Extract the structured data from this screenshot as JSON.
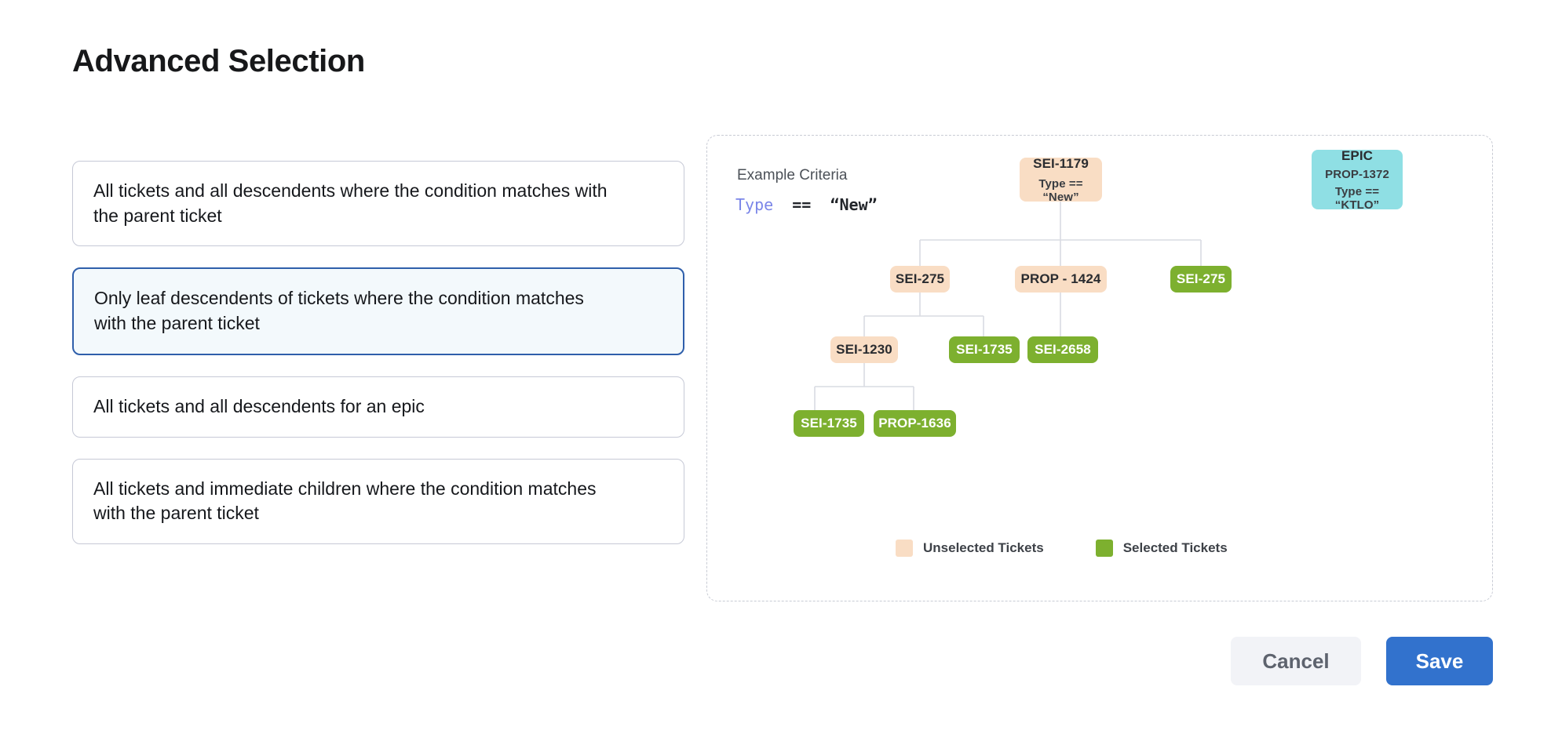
{
  "page": {
    "title": "Advanced Selection"
  },
  "options": [
    {
      "label": "All tickets and all descendents where the condition matches with the parent ticket",
      "selected": false
    },
    {
      "label": "Only leaf descendents of tickets where the condition matches with the parent ticket",
      "selected": true
    },
    {
      "label": "All tickets and all descendents for an epic",
      "selected": false
    },
    {
      "label": "All tickets and immediate children where the condition matches with the parent ticket",
      "selected": false
    }
  ],
  "preview": {
    "criteria_label": "Example Criteria",
    "criteria_code": {
      "key": "Type",
      "operator": "==",
      "value": "“New”"
    },
    "nodes": [
      {
        "id": "sei-1179",
        "label": "SEI-1179",
        "sub": "Type == “New”",
        "state": "unselected"
      },
      {
        "id": "prop-1372",
        "label": "PROP-1372",
        "sub": "Type == “KTLO”",
        "title": "EPIC",
        "state": "epic"
      },
      {
        "id": "sei-275-a",
        "label": "SEI-275",
        "sub": "",
        "state": "unselected"
      },
      {
        "id": "prop-1424",
        "label": "PROP - 1424",
        "sub": "",
        "state": "unselected"
      },
      {
        "id": "sei-275-b",
        "label": "SEI-275",
        "sub": "",
        "state": "selected"
      },
      {
        "id": "sei-1230",
        "label": "SEI-1230",
        "sub": "",
        "state": "unselected"
      },
      {
        "id": "sei-1735-a",
        "label": "SEI-1735",
        "sub": "",
        "state": "selected"
      },
      {
        "id": "sei-2658",
        "label": "SEI-2658",
        "sub": "",
        "state": "selected"
      },
      {
        "id": "sei-1735-b",
        "label": "SEI-1735",
        "sub": "",
        "state": "selected"
      },
      {
        "id": "prop-1636",
        "label": "PROP-1636",
        "sub": "",
        "state": "selected"
      }
    ],
    "legend": [
      {
        "label": "Unselected Tickets",
        "color": "#f9ddc4"
      },
      {
        "label": "Selected Tickets",
        "color": "#7db02f"
      }
    ]
  },
  "footer": {
    "cancel_label": "Cancel",
    "save_label": "Save"
  },
  "colors": {
    "accent": "#3272cd",
    "selected_card_border": "#2f5fab",
    "selected_card_bg": "#f3f9fc",
    "unselected_node": "#f9ddc4",
    "selected_node": "#7db02f",
    "epic_node": "#8fdfe4",
    "code_key": "#7b86e8",
    "connector": "#d9dbe2"
  }
}
